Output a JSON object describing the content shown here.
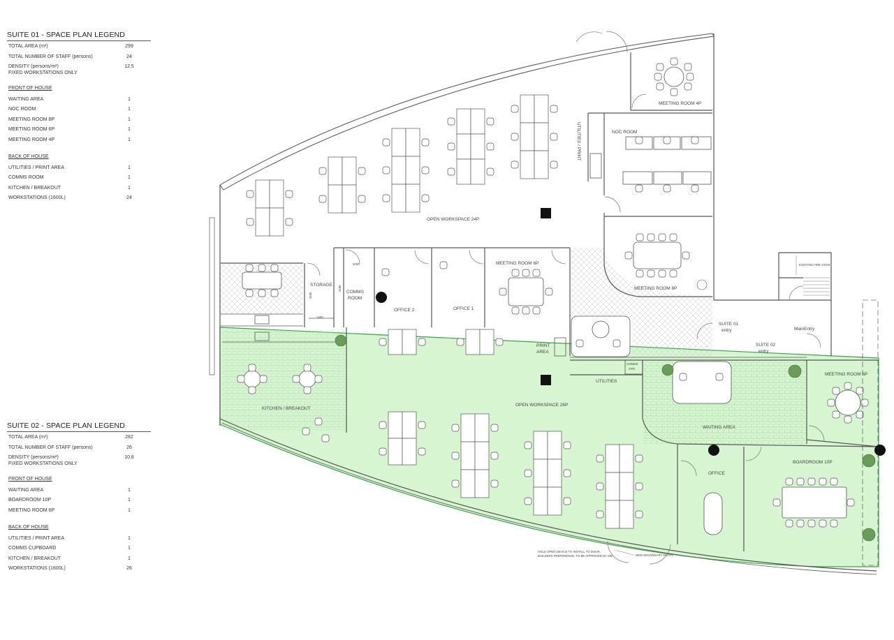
{
  "suite01": {
    "title": "SUITE 01 - SPACE PLAN LEGEND",
    "summary": [
      {
        "label": "TOTAL AREA (m²)",
        "value": "299"
      },
      {
        "label": "TOTAL NUMBER OF STAFF (persons)",
        "value": "24"
      },
      {
        "label": "DENSITY (persons/m²)\nFIXED WORKSTATIONS ONLY",
        "value": "12.5"
      }
    ],
    "front_heading": "FRONT OF HOUSE",
    "front": [
      {
        "label": "WAITING AREA",
        "value": "1"
      },
      {
        "label": "NOC ROOM",
        "value": "1"
      },
      {
        "label": "MEETING ROOM 8P",
        "value": "1"
      },
      {
        "label": "MEETING ROOM 6P",
        "value": "1"
      },
      {
        "label": "MEETING ROOM 4P",
        "value": "1"
      }
    ],
    "back_heading": "BACK OF HOUSE",
    "back": [
      {
        "label": "UTILITIES / PRINT AREA",
        "value": "1"
      },
      {
        "label": "COMMS ROOM",
        "value": "1"
      },
      {
        "label": "KITCHEN / BREAKOUT",
        "value": "1"
      },
      {
        "label": "WORKSTATIONS (1600L)",
        "value": "24"
      }
    ]
  },
  "suite02": {
    "title": "SUITE 02 - SPACE PLAN LEGEND",
    "summary": [
      {
        "label": "TOTAL AREA (m²)",
        "value": "282"
      },
      {
        "label": "TOTAL NUMBER OF STAFF (persons)",
        "value": "26"
      },
      {
        "label": "DENSITY (persons/m²)\nFIXED WORKSTATIONS ONLY",
        "value": "10.8"
      }
    ],
    "front_heading": "FRONT OF HOUSE",
    "front": [
      {
        "label": "WAITING AREA",
        "value": "1"
      },
      {
        "label": "BOARDROOM 10P",
        "value": "1"
      },
      {
        "label": "MEETING ROOM 6P",
        "value": "1"
      }
    ],
    "back_heading": "BACK OF HOUSE",
    "back": [
      {
        "label": "UTILITIES / PRINT AREA",
        "value": "1"
      },
      {
        "label": "COMMS CUPBOARD",
        "value": "1"
      },
      {
        "label": "KITCHEN / BREAKOUT",
        "value": "1"
      },
      {
        "label": "WORKSTATIONS (1600L)",
        "value": "26"
      }
    ]
  },
  "plan": {
    "rooms": {
      "meeting_4p": "MEETING ROOM 4P",
      "noc_room": "NOC ROOM",
      "utilities_print": "UTILITIES / PRINT",
      "open_workspace_24p": "OPEN WORKSPACE 24P",
      "meeting_8p": "MEETING ROOM 8P",
      "meeting_6p_s1": "MEETING ROOM 6P",
      "storage": "STORAGE",
      "comms_room_1": "COMMS",
      "comms_room_2": "ROOM",
      "office_2": "OFFICE 2",
      "office_1": "OFFICE 1",
      "existing_fire_stair": "EXISTING FIRE STAIR",
      "main_entry": "MainEntry",
      "suite01_entry_1": "SUITE 01",
      "suite01_entry_2": "entry",
      "suite02_entry_1": "SUITE 02",
      "suite02_entry_2": "entry",
      "print_area_1": "PRINT",
      "print_area_2": "AREA",
      "comms_cpd_1": "COMMS",
      "comms_cpd_2": "CPD",
      "utilities": "UTILITIES",
      "kitchen_breakout": "KITCHEN / BREAKOUT",
      "open_workspace_26p": "OPEN WORKSPACE 26P",
      "waiting_area": "WAITING AREA",
      "meeting_6p_s2": "MEETING ROOM 6P",
      "office": "OFFICE",
      "boardroom_10p": "BOARDROOM 10P",
      "new_secondary_entry": "NEW SECONDARY ENTRY",
      "note_1": "HOLD OPEN DEVICE TO INSTALL TO DOOR.",
      "note_2": "BUILDERS PREFERENCE, TO BE APPROVED BY SIB"
    },
    "dims": {
      "d2000": "2000",
      "d3185": "3185",
      "d3185b": "3185",
      "d1400": "1400"
    },
    "colors": {
      "suite02_fill": "#d6f5d0",
      "suite02_edge": "#3aa14a",
      "walls": "#555555"
    }
  }
}
